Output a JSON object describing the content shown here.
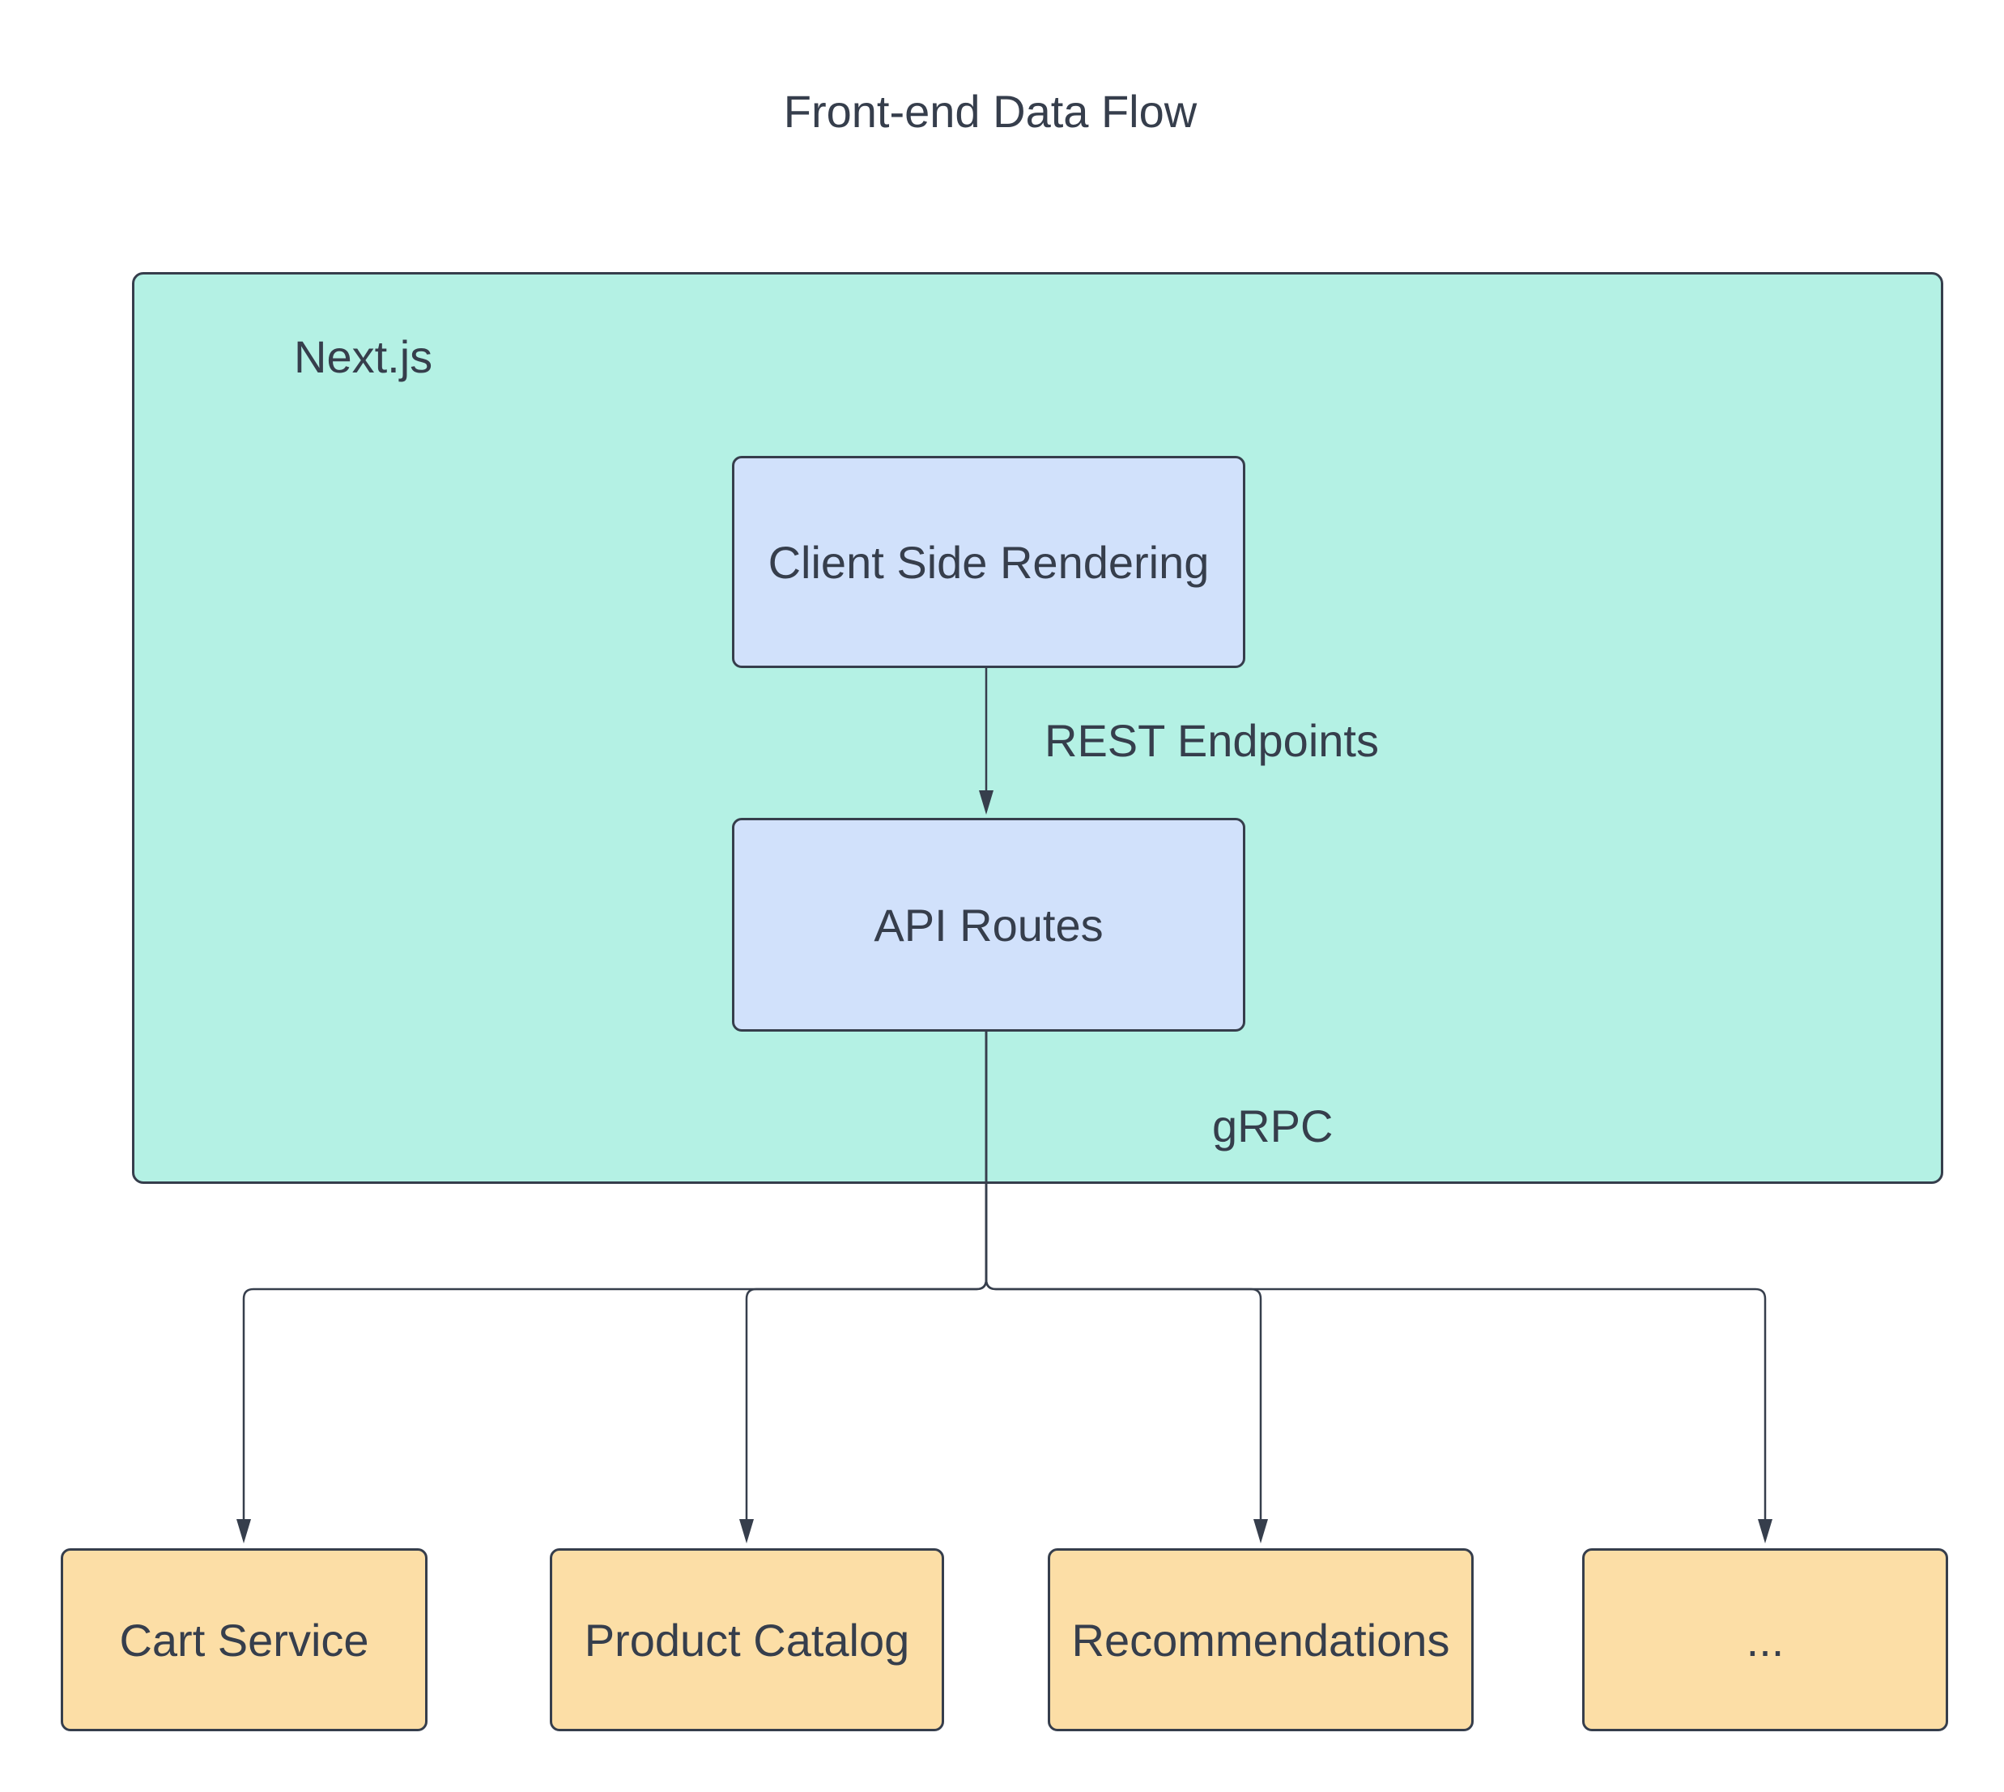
{
  "title": "Front-end Data Flow",
  "diagram": {
    "container": {
      "label": "Next.js"
    },
    "nodes": {
      "csr": {
        "label": "Client Side Rendering"
      },
      "api": {
        "label": "API Routes"
      },
      "cart": {
        "label": "Cart Service"
      },
      "catalog": {
        "label": "Product Catalog"
      },
      "recommendations": {
        "label": "Recommendations"
      },
      "more": {
        "label": "..."
      }
    },
    "edges": {
      "rest": {
        "label": "REST Endpoints",
        "from": "csr",
        "to": "api"
      },
      "grpc": {
        "label": "gRPC",
        "from": "api",
        "to": [
          "cart",
          "catalog",
          "recommendations",
          "more"
        ]
      }
    },
    "colors": {
      "background": "#ffffff",
      "container_fill": "#b4f1e4",
      "blue_fill": "#d1e1fb",
      "orange_fill": "#fcdea6",
      "stroke": "#363e4c",
      "text": "#363e4c"
    }
  }
}
